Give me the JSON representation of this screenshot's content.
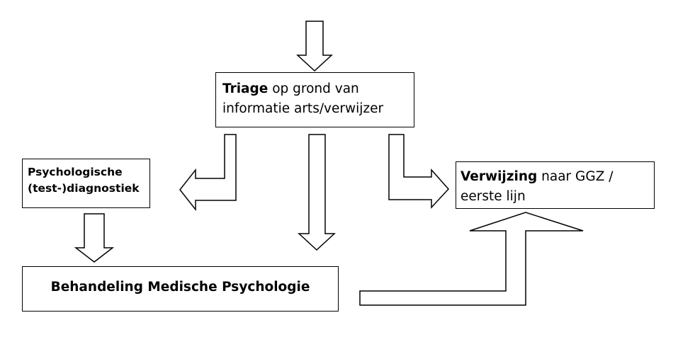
{
  "triage": {
    "bold": "Triage",
    "line1_rest": " op grond van",
    "line2": "informatie arts/verwijzer"
  },
  "psych": {
    "line1": "Psychologische",
    "line2": "(test-)diagnostiek"
  },
  "verwijzing": {
    "bold": "Verwijzing",
    "line1_rest": " naar GGZ /",
    "line2": "eerste lijn"
  },
  "behandeling": {
    "label": "Behandeling Medische Psychologie"
  }
}
